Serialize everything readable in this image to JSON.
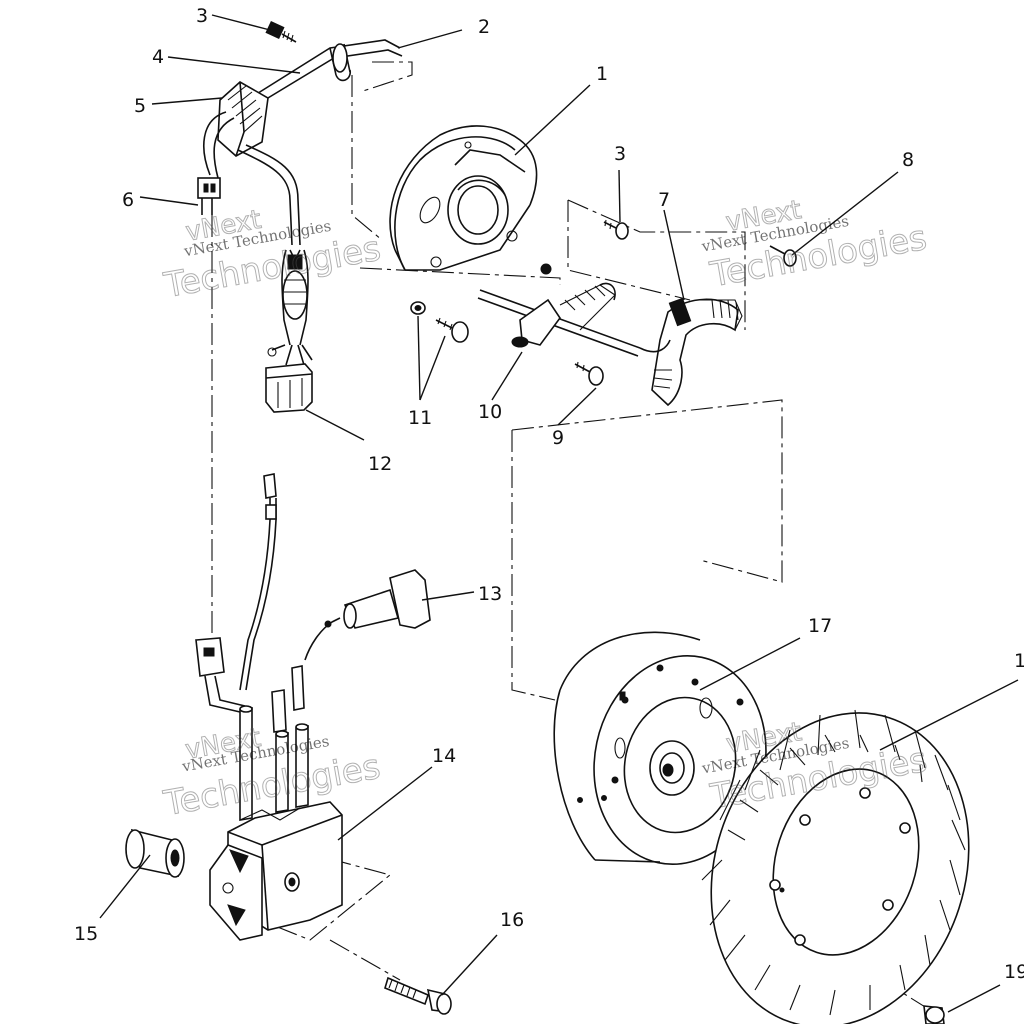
{
  "callouts": {
    "c1": "1",
    "c2": "2",
    "c3a": "3",
    "c3b": "3",
    "c4": "4",
    "c5": "5",
    "c6": "6",
    "c7": "7",
    "c8": "8",
    "c9": "9",
    "c10": "10",
    "c11": "11",
    "c12": "12",
    "c13": "13",
    "c14": "14",
    "c15": "15",
    "c16": "16",
    "c17": "17",
    "c18": "1",
    "c19": "19"
  },
  "watermarks": {
    "w1_small": "vNext Technologies",
    "w1_big": "Technologies",
    "w1_top": "vNext",
    "w2_small": "vNext Technologies",
    "w2_big": "Technologies",
    "w2_top": "vNext",
    "w3_small": "vNext Technologies",
    "w3_big": "Technologies",
    "w3_top": "vNext",
    "w4_small": "vNext Technologies",
    "w4_big": "Technologies",
    "w4_top": "vNext"
  }
}
